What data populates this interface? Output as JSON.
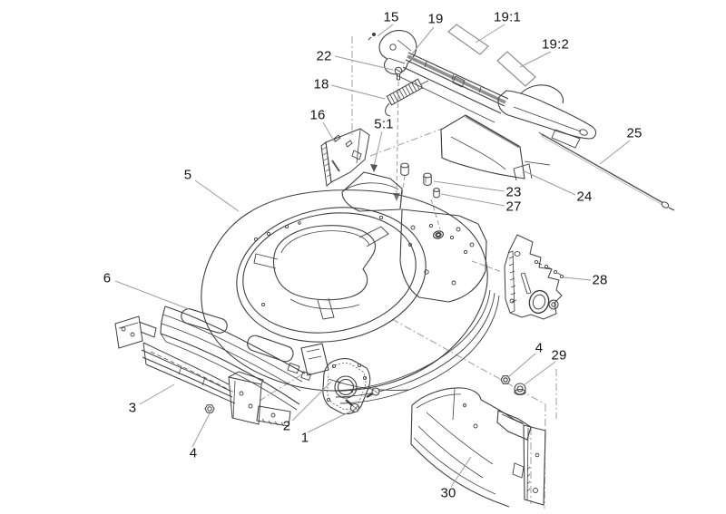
{
  "diagram": {
    "kind": "exploded-parts-diagram",
    "colors": {
      "background": "#ffffff",
      "part_line": "#3f3f3f",
      "detail_line": "#6a6a6a",
      "accent_stripe": "#8f8f8f",
      "leader_line": "#9c9c9c",
      "label_text": "#141414"
    },
    "callouts": [
      "15",
      "19",
      "19:1",
      "19:2",
      "22",
      "18",
      "16",
      "5:1",
      "5",
      "25",
      "23",
      "27",
      "24",
      "6",
      "28",
      "4",
      "29",
      "3",
      "4",
      "2",
      "1",
      "30"
    ]
  }
}
